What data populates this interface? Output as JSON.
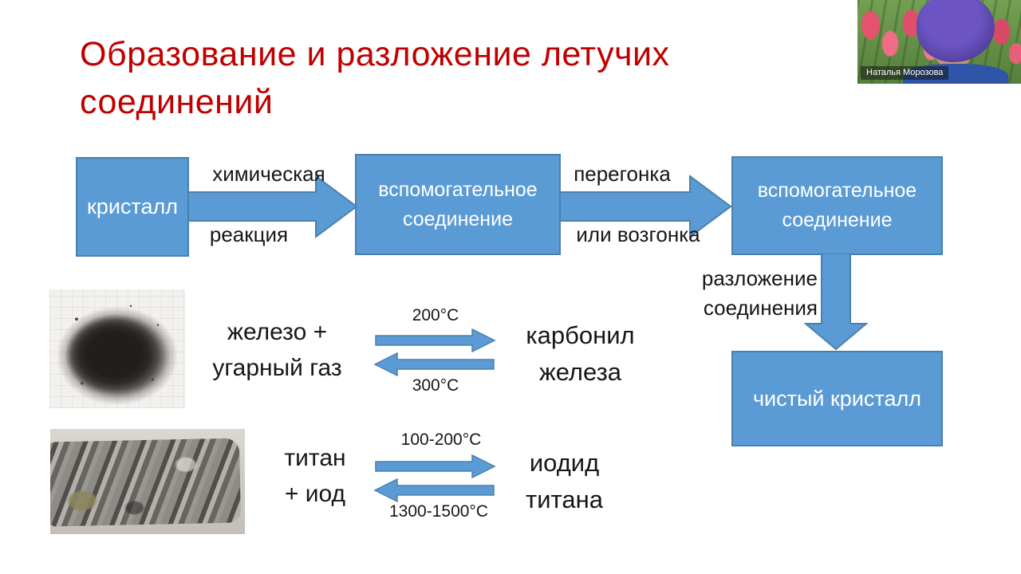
{
  "slide": {
    "title_line1": "Образование и разложение летучих",
    "title_line2": "соединений",
    "title_color": "#c00000",
    "background": "#ffffff"
  },
  "flow": {
    "box_fill": "#5b9bd5",
    "box_border": "#4a80ad",
    "box_crystal": "кристалл",
    "arrow1_top_label": "химическая",
    "arrow1_bottom_label": "реакция",
    "box_aux1_line1": "вспомогательное",
    "box_aux1_line2": "соединение",
    "arrow2_top_label": "перегонка",
    "arrow2_bottom_label": "или возгонка",
    "box_aux2_line1": "вспомогательное",
    "box_aux2_line2": "соединение",
    "down_arrow_label_line1": "разложение",
    "down_arrow_label_line2": "соединения",
    "box_pure_crystal": "чистый кристалл"
  },
  "examples": [
    {
      "photo": "iron-powder-photo",
      "reactants_line1": "железо +",
      "reactants_line2": "угарный газ",
      "forward_temp": "200°C",
      "reverse_temp": "300°C",
      "product_line1": "карбонил",
      "product_line2": "железа"
    },
    {
      "photo": "titanium-crystal-bar-photo",
      "reactants_line1": "титан",
      "reactants_line2": "+ иод",
      "forward_temp": "100-200°C",
      "reverse_temp": "1300-1500°C",
      "product_line1": "иодид",
      "product_line2": "титана"
    }
  ],
  "webcam": {
    "participant_name": "Наталья Морозова"
  }
}
